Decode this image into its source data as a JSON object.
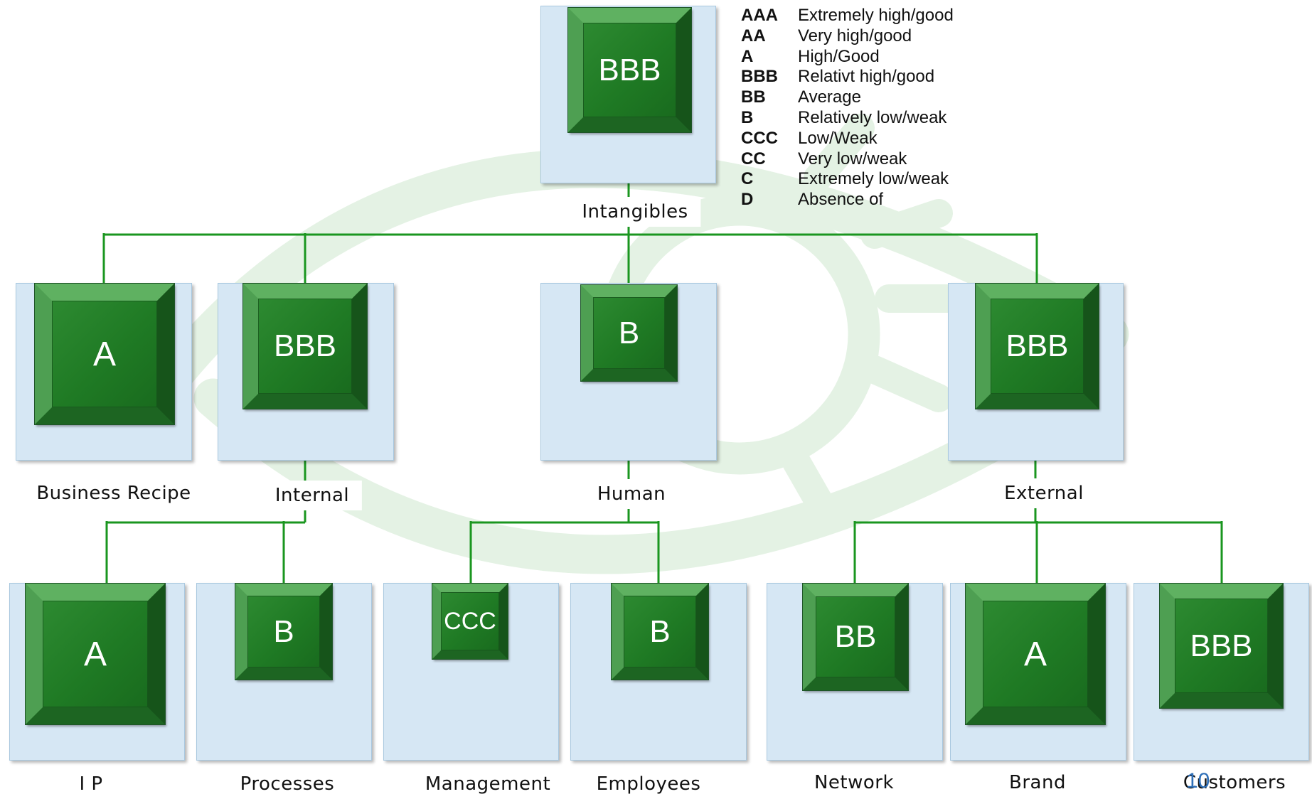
{
  "diagram": {
    "root": {
      "label": "Intangibles",
      "rating": "BBB"
    },
    "level1": [
      {
        "label": "Business Recipe",
        "rating": "A"
      },
      {
        "label": "Internal",
        "rating": "BBB"
      },
      {
        "label": "Human",
        "rating": "B"
      },
      {
        "label": "External",
        "rating": "BBB"
      }
    ],
    "level2": [
      {
        "label": "I P",
        "rating": "A"
      },
      {
        "label": "Processes",
        "rating": "B"
      },
      {
        "label": "Management",
        "rating": "CCC"
      },
      {
        "label": "Employees",
        "rating": "B"
      },
      {
        "label": "Network",
        "rating": "BB"
      },
      {
        "label": "Brand",
        "rating": "A"
      },
      {
        "label": "Customers",
        "rating": "BBB"
      }
    ],
    "edges": [
      [
        "Intangibles",
        "Business Recipe"
      ],
      [
        "Intangibles",
        "Internal"
      ],
      [
        "Intangibles",
        "Human"
      ],
      [
        "Intangibles",
        "External"
      ],
      [
        "Internal",
        "I P"
      ],
      [
        "Internal",
        "Processes"
      ],
      [
        "Human",
        "Management"
      ],
      [
        "Human",
        "Employees"
      ],
      [
        "External",
        "Network"
      ],
      [
        "External",
        "Brand"
      ],
      [
        "External",
        "Customers"
      ]
    ]
  },
  "legend": [
    {
      "code": "AAA",
      "desc": "Extremely high/good"
    },
    {
      "code": "AA",
      "desc": "Very high/good"
    },
    {
      "code": "A",
      "desc": "High/Good"
    },
    {
      "code": "BBB",
      "desc": "Relativt high/good"
    },
    {
      "code": "BB",
      "desc": "Average"
    },
    {
      "code": "B",
      "desc": "Relatively low/weak"
    },
    {
      "code": "CCC",
      "desc": "Low/Weak"
    },
    {
      "code": "CC",
      "desc": "Very low/weak"
    },
    {
      "code": "C",
      "desc": "Extremely low/weak"
    },
    {
      "code": "D",
      "desc": "Absence of"
    }
  ],
  "page_number": "10",
  "colors": {
    "connector": "#1a961f",
    "panel": "#d6e7f4",
    "tile": "#1f7a24",
    "watermark": "#e4f2e4"
  }
}
